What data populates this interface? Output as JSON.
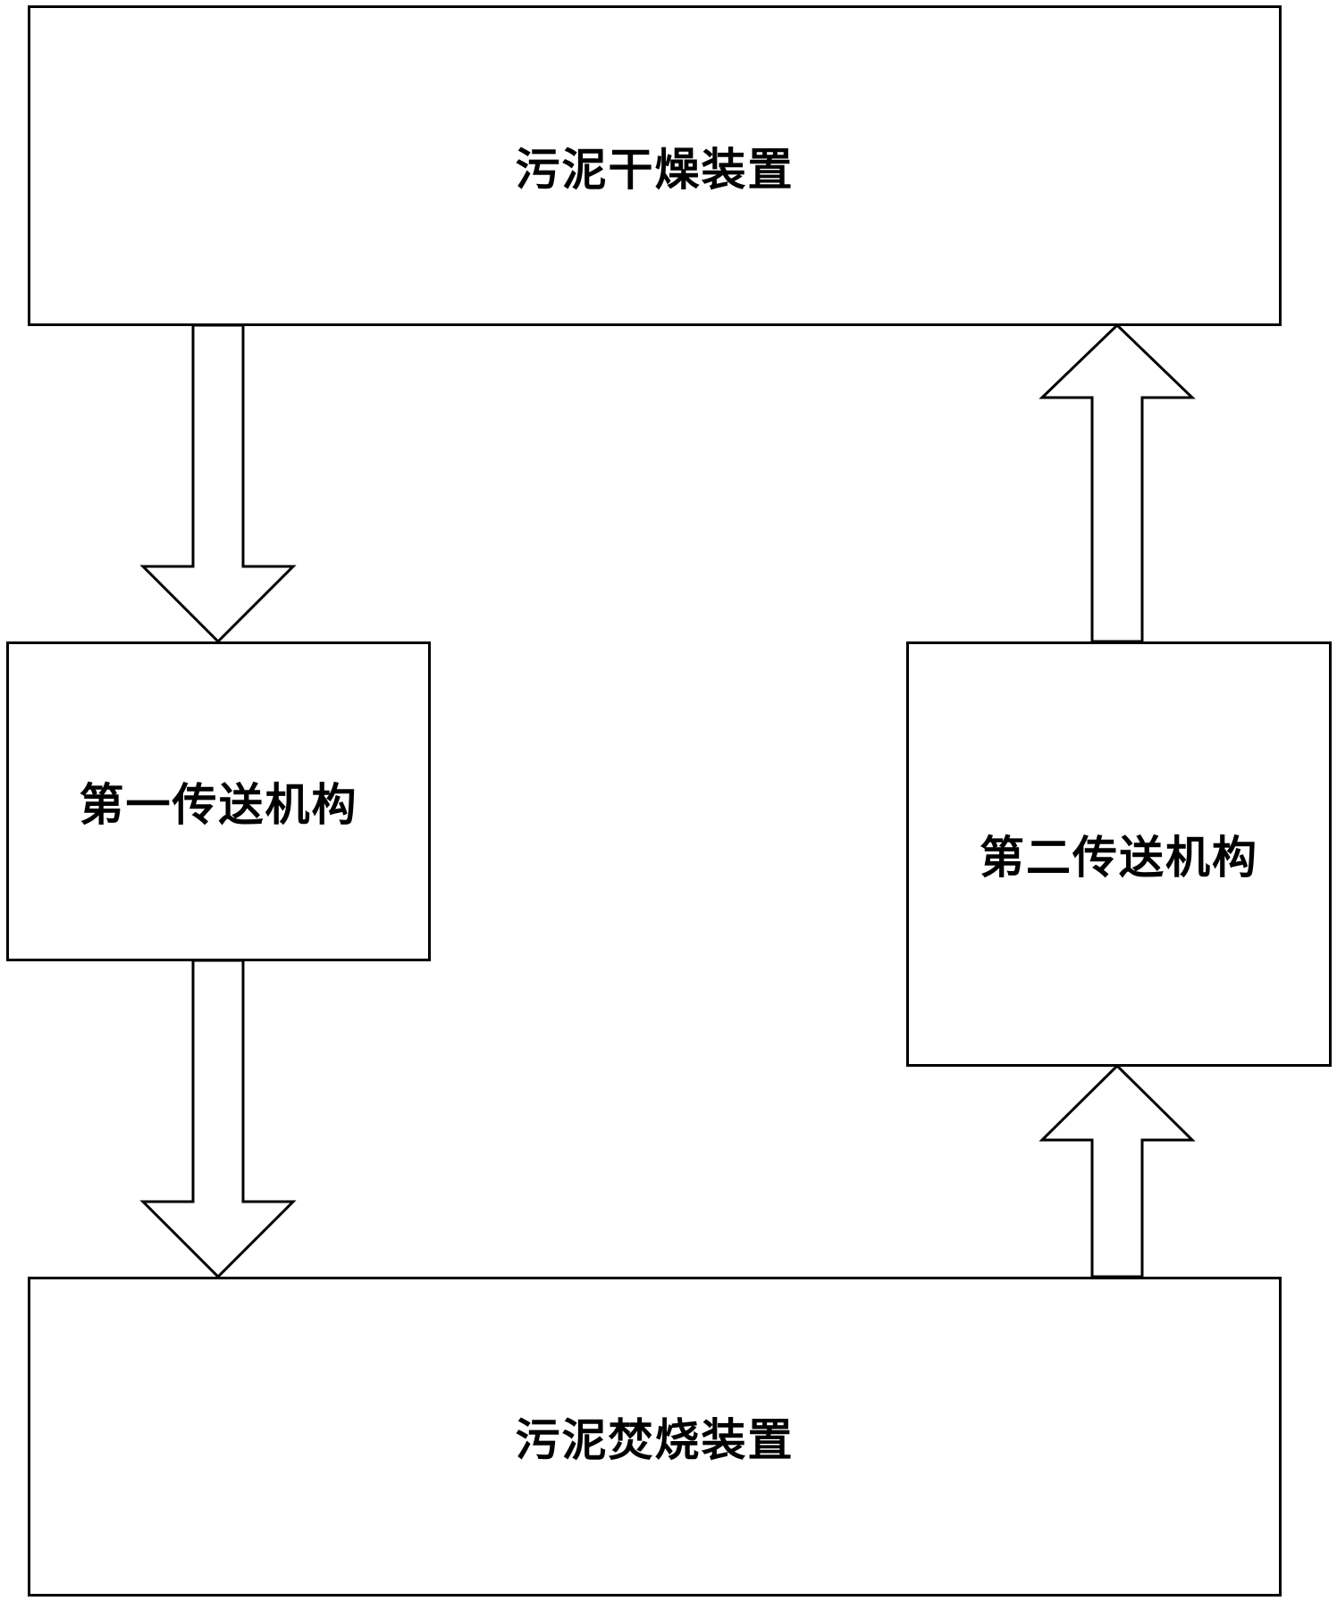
{
  "diagram": {
    "nodes": {
      "dryer": {
        "label": "污泥干燥装置"
      },
      "conveyor1": {
        "label": "第一传送机构"
      },
      "conveyor2": {
        "label": "第二传送机构"
      },
      "incinerator": {
        "label": "污泥焚烧装置"
      }
    },
    "edges": [
      {
        "from": "dryer",
        "to": "conveyor1"
      },
      {
        "from": "conveyor1",
        "to": "incinerator"
      },
      {
        "from": "incinerator",
        "to": "conveyor2"
      },
      {
        "from": "conveyor2",
        "to": "dryer"
      }
    ],
    "colors": {
      "stroke": "#000000",
      "fill": "#ffffff"
    }
  }
}
